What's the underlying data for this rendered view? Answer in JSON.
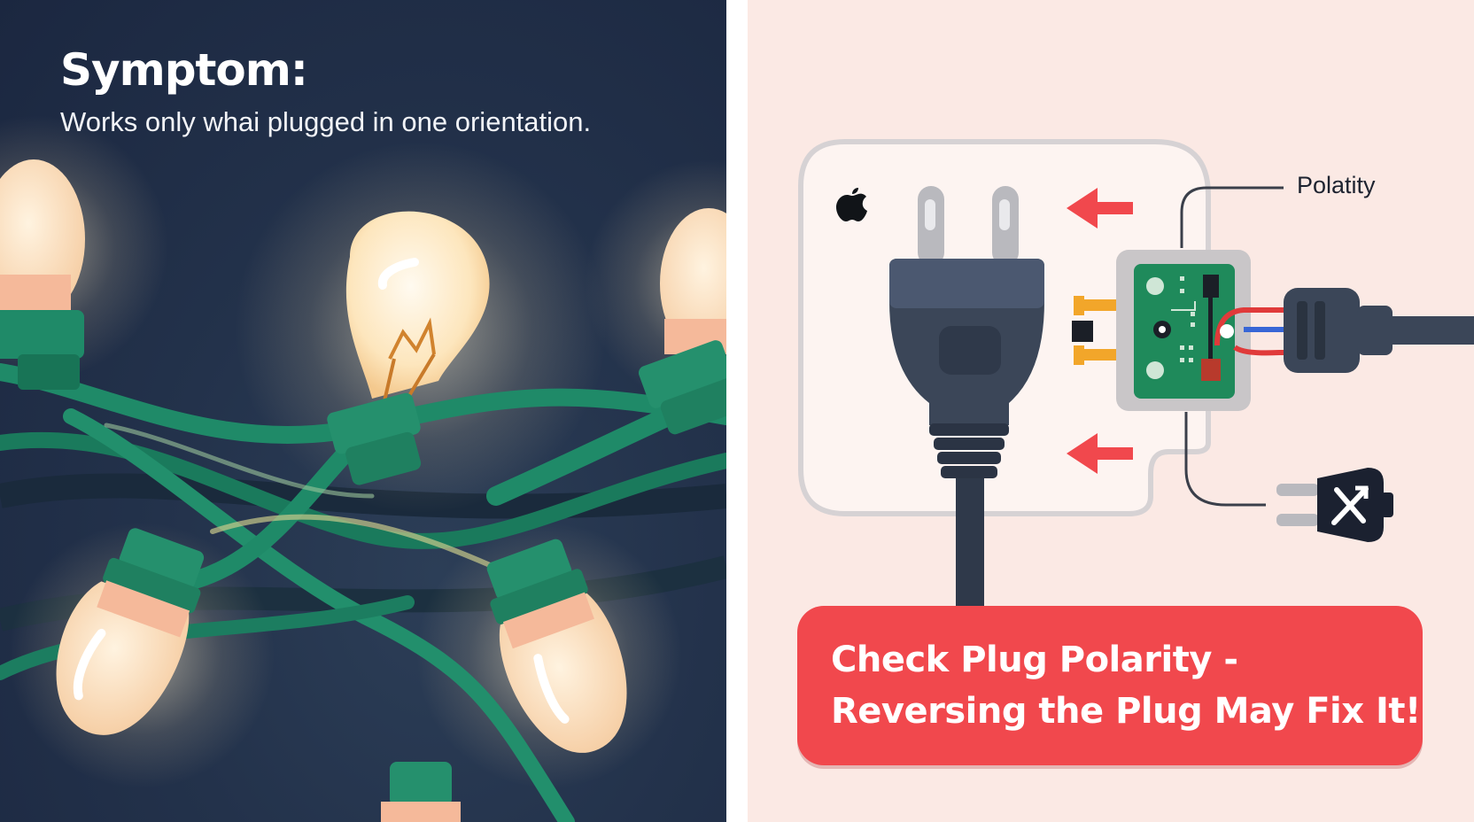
{
  "symptom": {
    "title": "Symptom:",
    "description": "Works only whai plugged in one orientation."
  },
  "diagram": {
    "polarity_label": "Polatity",
    "brand_icon": "apple-logo-icon",
    "arrow_color": "#f1484d",
    "circuit_color": "#1f8a5b"
  },
  "callout": {
    "line1": "Check Plug Polarity -",
    "line2": "Reversing the Plug May Fix It!"
  },
  "colors": {
    "left_background": "#23324b",
    "right_background": "#fbe9e4",
    "wire_green": "#1f8a68",
    "bulb_glow": "#fde9c4",
    "callout_red": "#f1484d"
  }
}
